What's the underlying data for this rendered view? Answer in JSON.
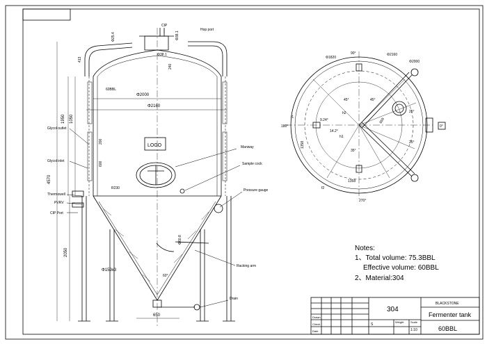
{
  "drawing": {
    "labels": {
      "glycol_outlet": "Glycol outlet",
      "glycol_inlet": "Glycol inlet",
      "thermowell": "Thermowell",
      "pvrv": "PVRV",
      "cip_port": "CIP Port",
      "manway": "Manway",
      "sample_cock": "Sample cock",
      "pressure_gauge": "Pressure gauge",
      "racking_arm": "Racking arm",
      "drain": "Drain",
      "hop_port": "Hop port",
      "cip": "CIP",
      "logo": "LOGO"
    },
    "dims": {
      "d2000": "Φ2000",
      "d2160": "Φ2160",
      "h4570": "4570",
      "h2050": "2050",
      "d159x3": "Φ159x3",
      "w650": "650",
      "r413": "413",
      "h1950": "1950",
      "h1050": "1050",
      "r230": "R230",
      "d60_8": "Φ60.8",
      "d38_1a": "Φ38.1",
      "d38_1b": "Φ38.1",
      "h240": "240",
      "h200": "200",
      "h600": "600",
      "d25_4": "Φ25.4",
      "d60bbl": "60BBL",
      "a60": "60°",
      "h1358a": "1358",
      "h1358b": "1358",
      "d1820": "Φ1820",
      "a90": "90°",
      "a180": "180°",
      "a270": "270°",
      "a0": "0°",
      "a45a": "45°",
      "a45b": "45°",
      "a35": "35°",
      "a25a": "25°",
      "a25b": "25°",
      "d659": "659",
      "k9_24": "9.24°",
      "k14_2": "14.2°",
      "k1": "h1",
      "k2": "h2",
      "f1": "f1",
      "f2": "f2"
    },
    "notes": {
      "title": "Notes:",
      "line1": "1、Total volume: 75.3BBL",
      "line2": "Effective volume: 60BBL",
      "line3": "2、Material:304"
    },
    "title_block": {
      "material": "304",
      "company": "BLACKSTONE",
      "product": "Fermenter tank",
      "capacity": "60BBL",
      "drawn": "Drawn",
      "check": "Check",
      "date": "Date",
      "s": "S",
      "weight": "Weight",
      "scale": "Scale",
      "scale_val": "1:10"
    }
  }
}
